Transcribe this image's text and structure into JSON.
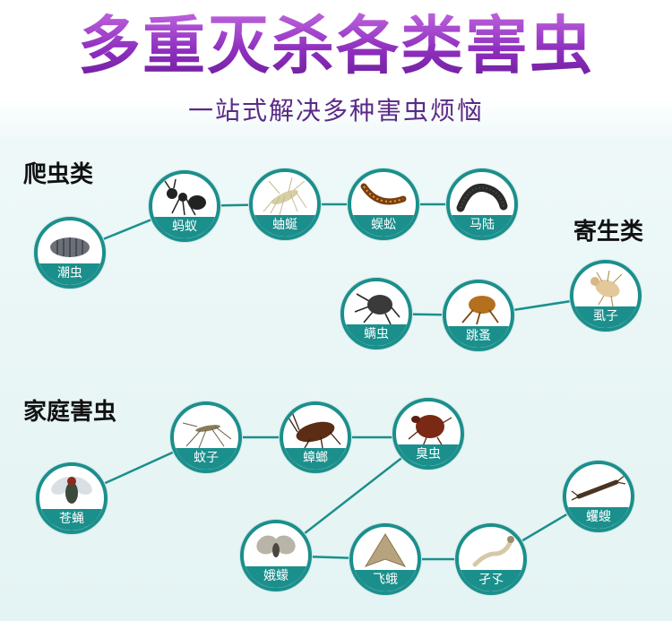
{
  "header": {
    "title": "多重灭杀各类害虫",
    "subtitle": "一站式解决多种害虫烦恼"
  },
  "categories": {
    "crawling": "爬虫类",
    "parasites": "寄生类",
    "household": "家庭害虫"
  },
  "insects": {
    "woodlouse": "潮虫",
    "ant": "蚂蚁",
    "silverfish": "蚰蜒",
    "centipede": "蜈蚣",
    "millipede": "马陆",
    "louse": "虱子",
    "mite": "螨虫",
    "flea": "跳蚤",
    "fly": "苍蝇",
    "mosquito": "蚊子",
    "cockroach": "蟑螂",
    "bedbug": "臭虫",
    "moth_fly": "娥蠓",
    "moth": "飞蛾",
    "larva": "孑孓",
    "earwig": "蠼螋"
  },
  "colors": {
    "accent": "#1b8f8c",
    "title": "#8f2fbf",
    "subtitle": "#5a2a86"
  }
}
